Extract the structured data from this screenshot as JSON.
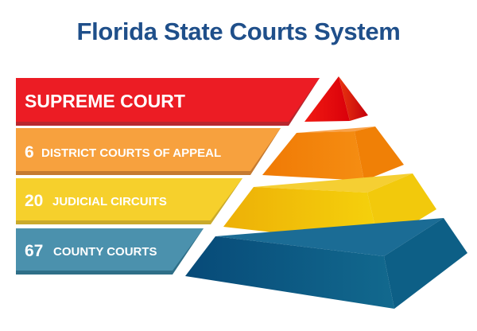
{
  "title": "Florida State Courts System",
  "colors": {
    "title": "#1f4f8a",
    "supreme": "#ec1c24",
    "district": "#f7a13e",
    "circuit": "#f6d02c",
    "county": "#4b91ad"
  },
  "tiers": [
    {
      "number": "",
      "label": "SUPREME COURT"
    },
    {
      "number": "6",
      "label": "DISTRICT COURTS OF APPEAL"
    },
    {
      "number": "20",
      "label": "JUDICIAL CIRCUITS"
    },
    {
      "number": "67",
      "label": "COUNTY COURTS"
    }
  ]
}
